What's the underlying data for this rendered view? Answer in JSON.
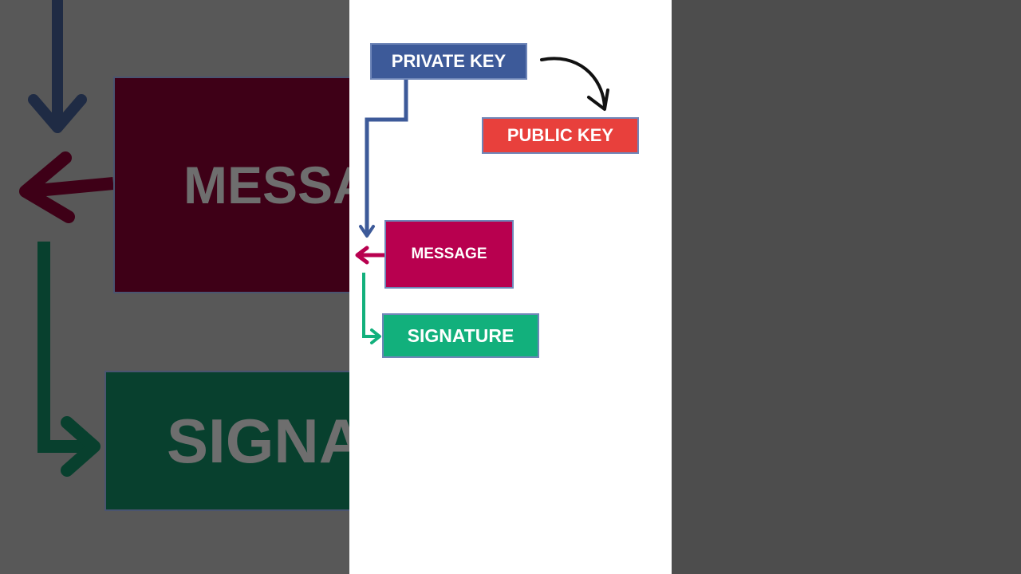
{
  "diagram": {
    "nodes": {
      "private_key": "PRIVATE KEY",
      "public_key": "PUBLIC KEY",
      "message": "MESSAGE",
      "signature": "SIGNATURE"
    },
    "background_fragments": {
      "message": "MESSA",
      "signature": "SIGNA"
    },
    "colors": {
      "private_key": "#3d5a99",
      "public_key": "#e8403c",
      "message": "#b8004f",
      "signature": "#12b07c",
      "curved_arrow": "#111111"
    },
    "edges": [
      {
        "from": "private_key",
        "to": "public_key",
        "style": "curved-arrow"
      },
      {
        "from": "private_key",
        "to": "message",
        "style": "elbow-arrow"
      },
      {
        "from": "message",
        "to": "left",
        "style": "arrow"
      },
      {
        "from": "message",
        "to": "signature",
        "style": "elbow-arrow"
      }
    ]
  }
}
